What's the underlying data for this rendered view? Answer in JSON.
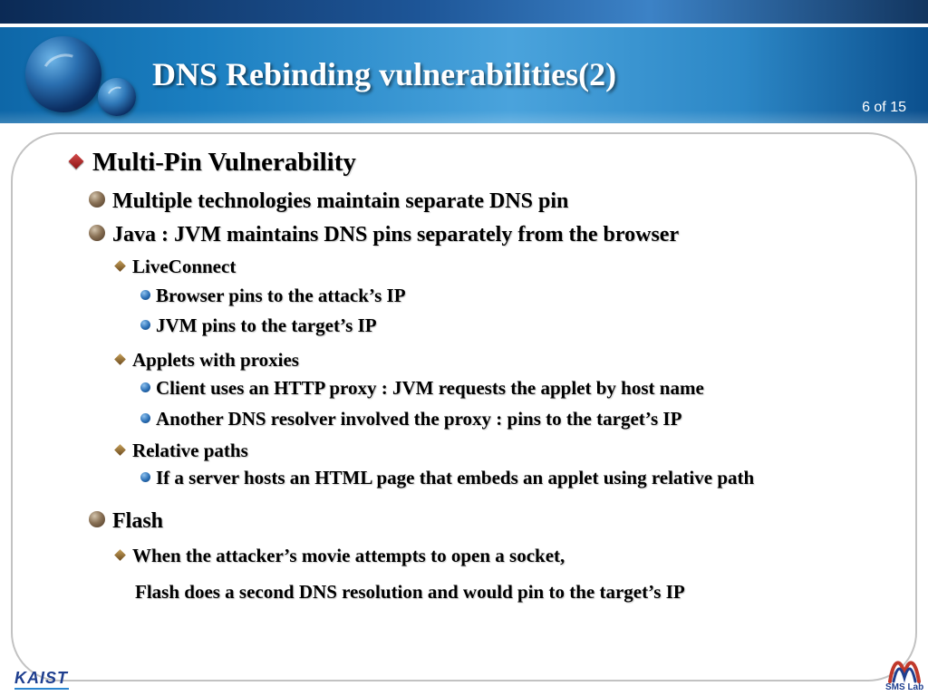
{
  "header": {
    "title": "DNS Rebinding vulnerabilities(2)",
    "page_indicator": "6 of 15"
  },
  "content": {
    "heading": "Multi-Pin Vulnerability",
    "items": [
      "Multiple technologies maintain separate DNS pin",
      "Java : JVM maintains DNS pins separately from the browser",
      "LiveConnect",
      "Browser pins to the attack’s IP",
      "JVM pins to the target’s IP",
      "Applets with proxies",
      "Client uses an HTTP proxy : JVM requests the applet by host name",
      "Another DNS resolver involved the proxy : pins to the target’s IP",
      "Relative paths",
      "If a server hosts an HTML page that embeds an applet using relative path",
      "Flash",
      "When the attacker’s movie attempts to open a socket,",
      "Flash does a second DNS resolution and would pin to the target’s IP"
    ]
  },
  "footer": {
    "left_logo": "KAIST",
    "right_logo": "SMS Lab"
  },
  "colors": {
    "header_blue": "#1b7fc1",
    "header_dark": "#0b2a55",
    "bullet_red": "#a11f1f",
    "bullet_blue": "#2b6fb5",
    "logo_navy": "#1f3f8f"
  },
  "icons": {
    "level1": "red-diamond-bullet",
    "level2": "brown-ball-bullet",
    "level3": "small-diamond-bullet",
    "level4": "blue-dot-bullet"
  }
}
